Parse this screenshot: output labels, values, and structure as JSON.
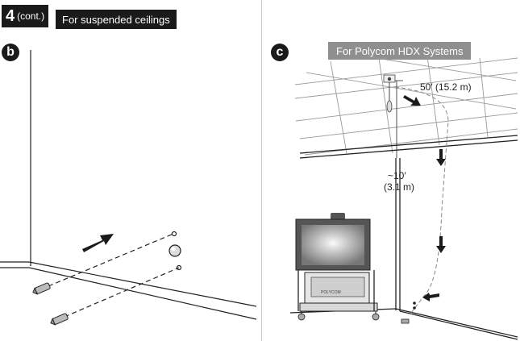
{
  "header": {
    "step_number": "4",
    "step_suffix": "(cont.)",
    "title": "For suspended ceilings"
  },
  "panel_b": {
    "label": "b"
  },
  "panel_c": {
    "label": "c",
    "system_title": "For Polycom HDX Systems",
    "cable_length": "50′ (15.2 m)",
    "height_ft": "~10′",
    "height_m": "(3.1 m)",
    "brand_text": "POLYCOM"
  },
  "colors": {
    "badge_bg": "#1a1a1a",
    "system_badge_bg": "#8f8f8f"
  }
}
